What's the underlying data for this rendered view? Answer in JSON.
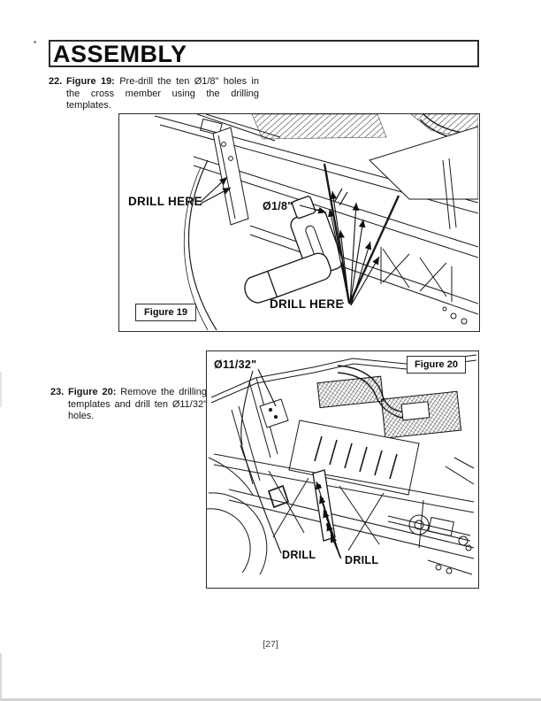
{
  "page": {
    "header_title": "ASSEMBLY",
    "page_number": "[27]"
  },
  "steps": [
    {
      "number": "22.",
      "lead": "Figure 19:",
      "body": "Pre-drill the ten Ø1/8\" holes in the cross member using the drilling templates."
    },
    {
      "number": "23.",
      "lead": "Figure 20:",
      "body": "Remove the drilling templates and drill ten Ø11/32\" holes."
    }
  ],
  "figure19": {
    "caption": "Figure 19",
    "labels": {
      "drill_here_left": "DRILL HERE",
      "diameter": "Ø1/8\"",
      "drill_here_bottom": "DRILL HERE"
    }
  },
  "figure20": {
    "caption": "Figure 20",
    "labels": {
      "diameter": "Ø11/32\"",
      "drill_left": "DRILL",
      "drill_right": "DRILL"
    }
  }
}
